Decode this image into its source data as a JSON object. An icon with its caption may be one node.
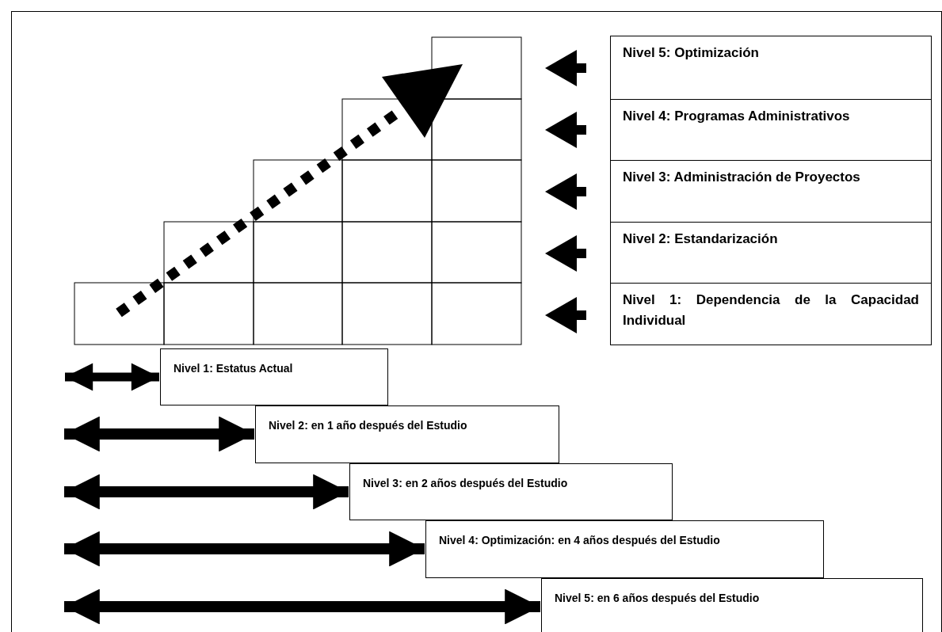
{
  "diagram": {
    "nodes": [
      {
        "text": [
          "Nivel 5: Optimización"
        ]
      },
      {
        "text": [
          "Nivel 4: Programas Administrativos"
        ]
      },
      {
        "text": [
          "Nivel 3: Administración de Proyectos"
        ]
      },
      {
        "text": [
          "Nivel 2: Estandarización"
        ]
      },
      {
        "text": [
          "Nivel 1: Dependencia de la Capacidad Individual"
        ]
      },
      {
        "text": [
          "Nivel 1: Estatus Actual"
        ]
      },
      {
        "text": [
          "Nivel 2: en 1 año después del Estudio"
        ]
      },
      {
        "text": [
          "Nivel 3: en 2 años después del Estudio"
        ]
      },
      {
        "text": [
          "Nivel 4: Optimización: en 4 años después del Estudio"
        ]
      },
      {
        "text": [
          "Nivel 5: en 6 años después del Estudio"
        ]
      }
    ],
    "edges": [
      {
        "from": null,
        "to": 5,
        "arrow": "both"
      },
      {
        "from": null,
        "to": 6,
        "arrow": "both"
      },
      {
        "from": null,
        "to": 7,
        "arrow": "both"
      },
      {
        "from": null,
        "to": 8,
        "arrow": "both"
      },
      {
        "from": null,
        "to": 9,
        "arrow": "both"
      }
    ]
  }
}
